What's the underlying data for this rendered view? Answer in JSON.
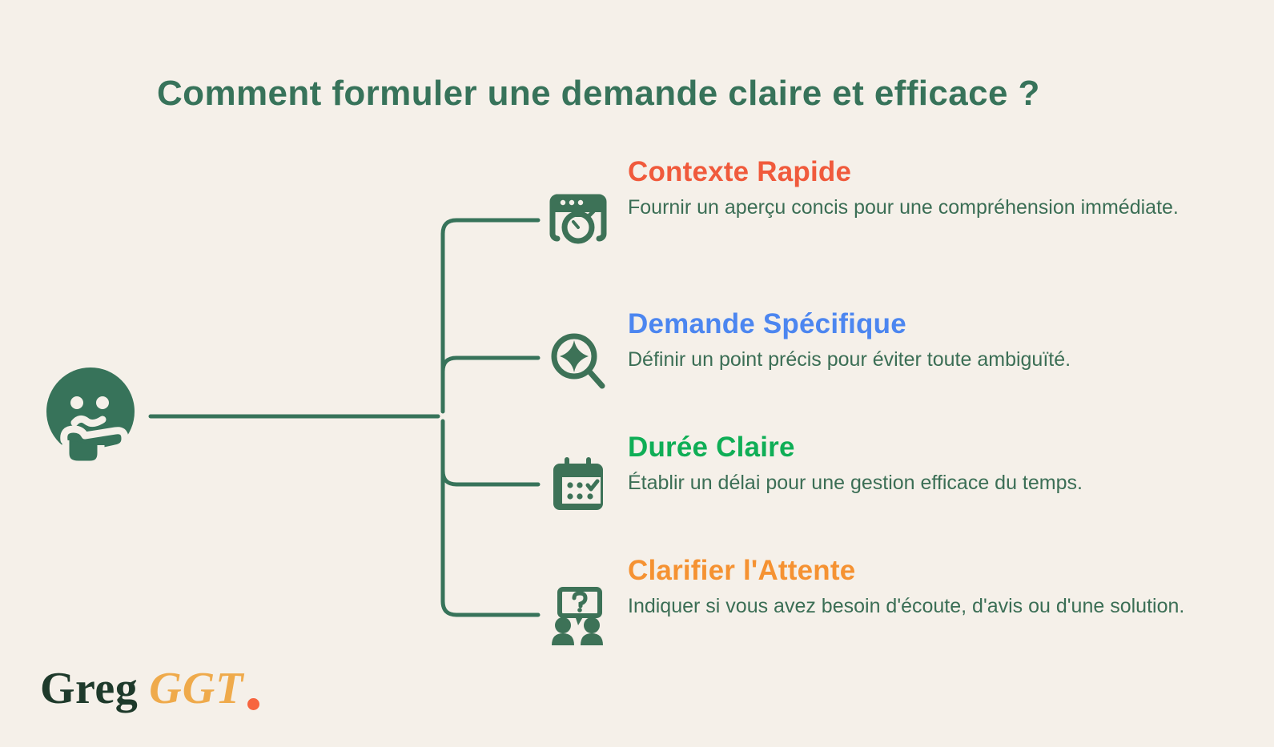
{
  "page": {
    "title": "Comment formuler une demande claire et efficace ?",
    "background_color": "#F5F0E9",
    "accent_green": "#37735A"
  },
  "center_node": {
    "icon": "thinking-face-icon",
    "color": "#37735A"
  },
  "items": [
    {
      "heading": "Contexte Rapide",
      "heading_color": "#F05A3C",
      "description": "Fournir un aperçu concis pour une compréhension immédiate.",
      "icon": "browser-stopwatch-icon"
    },
    {
      "heading": "Demande Spécifique",
      "heading_color": "#4C86F0",
      "description": "Définir un point précis pour éviter toute ambiguïté.",
      "icon": "magnifier-sparkle-icon"
    },
    {
      "heading": "Durée Claire",
      "heading_color": "#0FAE56",
      "description": "Établir un délai pour une gestion efficace du temps.",
      "icon": "calendar-check-icon"
    },
    {
      "heading": "Clarifier l'Attente",
      "heading_color": "#F59232",
      "description": "Indiquer si vous avez besoin d'écoute, d'avis ou d'une solution.",
      "icon": "people-question-bubble-icon"
    }
  ],
  "logo": {
    "name": "Greg",
    "suffix": "GGT",
    "name_color": "#1E3A2B",
    "suffix_color": "#EFAA4B",
    "dot_color": "#F7653F"
  }
}
